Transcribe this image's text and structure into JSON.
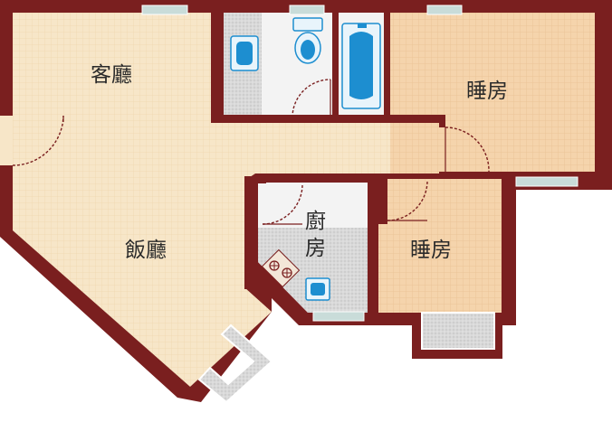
{
  "plan": {
    "rooms": {
      "living_room": "客廳",
      "dining_room": "飯廳",
      "bedroom_master": "睡房",
      "bedroom_second": "睡房",
      "kitchen_line1": "廚",
      "kitchen_line2": "房"
    },
    "colors": {
      "wall": "#7a1f1f",
      "living_floor": "#f7e6c8",
      "bedroom_floor": "#f5d6b0",
      "wet_floor": "#f3f3f3",
      "tile": "#cfcfcf",
      "window": "#c9dcd9",
      "fixture_blue": "#1d8ed0",
      "door_arc": "#7a1f1f"
    },
    "icons": {
      "washbasin": "washbasin-icon",
      "toilet": "toilet-icon",
      "bathtub": "bathtub-icon",
      "stove": "stove-icon",
      "sink": "sink-icon"
    }
  }
}
